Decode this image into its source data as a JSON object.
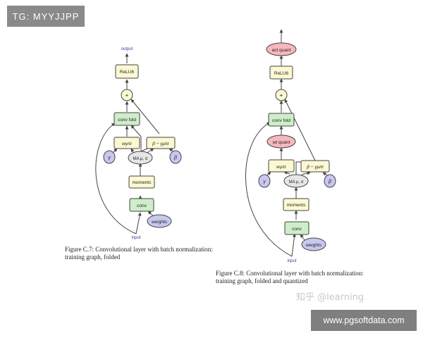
{
  "watermarks": {
    "top_left": "TG: MYYJJPP",
    "bottom_right": "www.pgsoftdata.com",
    "zhihu": "知乎 @learning"
  },
  "figure_left": {
    "nodes": {
      "output": "output",
      "relu": "ReLU6",
      "add": "+",
      "conv_fold": "conv fold",
      "w_scale": "wγ/σ",
      "beta_expr": "β − γμ/σ",
      "gamma": "γ",
      "beta": "β",
      "ma": "MA μ, σ",
      "moments": "moments",
      "conv": "conv",
      "weights": "weights",
      "input": "input"
    },
    "caption_line1": "Figure C.7:  Convolutional layer with batch normalization:",
    "caption_line2": "training graph, folded"
  },
  "figure_right": {
    "nodes": {
      "act_quant": "act quant",
      "relu": "ReLU6",
      "add": "+",
      "conv_fold": "conv fold",
      "wt_quant": "wt quant",
      "w_scale": "wγ/σ",
      "beta_expr": "β − γμ/σ",
      "gamma": "γ",
      "beta": "β",
      "ma": "MA μ, σ",
      "moments": "moments",
      "conv": "conv",
      "weights": "weights",
      "input": "input"
    },
    "caption_line1": "Figure C.8:  Convolutional layer with batch normalization:",
    "caption_line2": "training graph, folded and quantized"
  },
  "colors": {
    "yellow_fill": "#fbf8d2",
    "green_fill": "#cdeec8",
    "blue_fill": "#c7c7ef",
    "pink_fill": "#f7b7bd",
    "gray_fill": "#e6e6e6",
    "stroke": "#444444",
    "label_blue": "#3c3c9c"
  }
}
